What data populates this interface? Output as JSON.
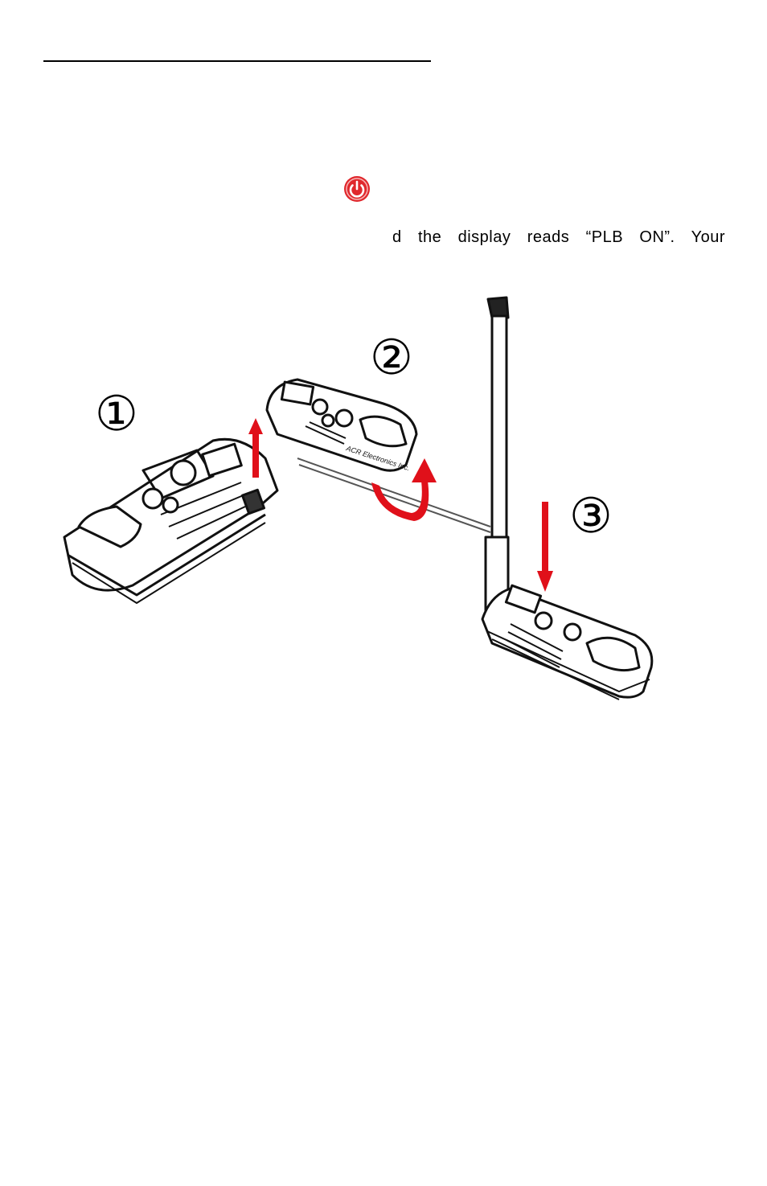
{
  "instruction": {
    "icon": "power-button-icon",
    "icon_color": "#e0282d",
    "text": "d  the  display  reads  “PLB  ON”.  Your"
  },
  "figure": {
    "steps": [
      "①",
      "②",
      "③"
    ],
    "arrow_color": "#e0101a"
  }
}
